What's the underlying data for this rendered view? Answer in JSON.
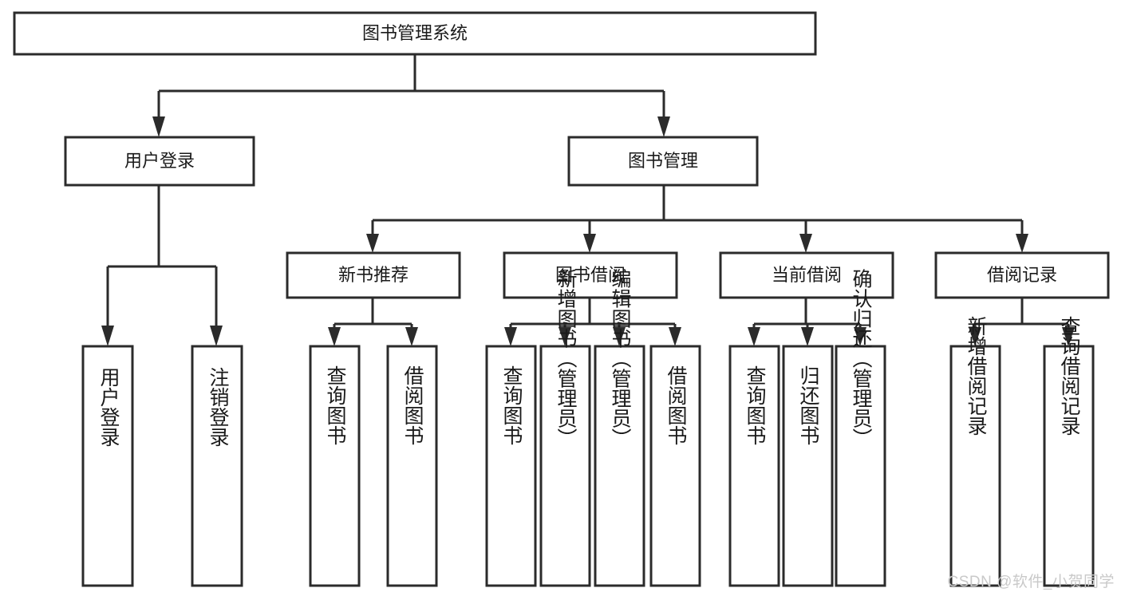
{
  "diagram": {
    "type": "tree",
    "title": "图书管理系统",
    "watermark": "CSDN @软件_小贺同学",
    "levels": {
      "root": {
        "label": "图书管理系统"
      },
      "level2": [
        {
          "label": "用户登录"
        },
        {
          "label": "图书管理"
        }
      ],
      "level3": [
        {
          "label": "新书推荐"
        },
        {
          "label": "图书借阅"
        },
        {
          "label": "当前借阅"
        },
        {
          "label": "借阅记录"
        }
      ],
      "leaves": {
        "user_login": [
          {
            "label": "用户登录"
          },
          {
            "label": "注销登录"
          }
        ],
        "new_book_recommend": [
          {
            "label": "查询图书"
          },
          {
            "label": "借阅图书"
          }
        ],
        "book_borrow": [
          {
            "label": "查询图书"
          },
          {
            "label": "新增图书（管理员）"
          },
          {
            "label": "编辑图书（管理员）"
          },
          {
            "label": "借阅图书"
          }
        ],
        "current_borrow": [
          {
            "label": "查询图书"
          },
          {
            "label": "归还图书"
          },
          {
            "label": "确认归还（管理员）"
          }
        ],
        "borrow_record": [
          {
            "label": "新增借阅记录"
          },
          {
            "label": "查询借阅记录"
          }
        ]
      }
    },
    "colors": {
      "stroke": "#2b2b2b",
      "fill": "#ffffff",
      "text": "#1a1a1a",
      "watermark": "#c9c9c9"
    }
  }
}
